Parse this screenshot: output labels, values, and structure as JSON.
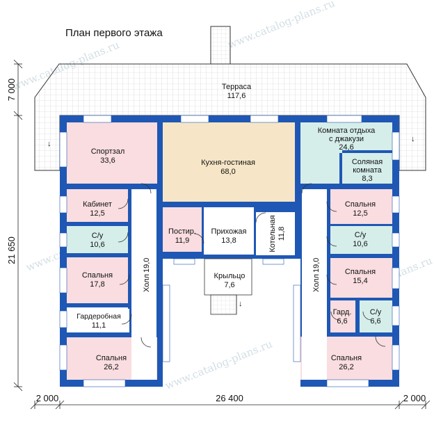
{
  "title": "План первого этажа",
  "watermark": "www.catalog-plans.ru",
  "colors": {
    "wall": "#1f57b4",
    "pink": "#f9dde0",
    "kitchen": "#f6e6c7",
    "spa": "#d6eeea",
    "white": "#ffffff",
    "grid": "#c9c9c9"
  },
  "rooms": {
    "terrace": {
      "name": "Терраса",
      "area": "117,6"
    },
    "gym": {
      "name": "Спортзал",
      "area": "33,6"
    },
    "kitchen": {
      "name": "Кухня-гостиная",
      "area": "68,0"
    },
    "relax": {
      "name1": "Комната отдыха",
      "name2": "с джакузи",
      "area": "24,6"
    },
    "salt": {
      "name1": "Соляная",
      "name2": "комната",
      "area": "8,3"
    },
    "office": {
      "name": "Кабинет",
      "area": "12,5"
    },
    "bathL": {
      "name": "С/у",
      "area": "10,6"
    },
    "bed17": {
      "name": "Спальня",
      "area": "17,8"
    },
    "wardrobeL": {
      "name": "Гардеробная",
      "area": "11,1"
    },
    "bedL26": {
      "name": "Спальня",
      "area": "26,2"
    },
    "hallL": {
      "name": "Холл",
      "area": "19,0"
    },
    "pantry": {
      "name": "Постир.",
      "area": "11,9"
    },
    "entry": {
      "name": "Прихожая",
      "area": "13,8"
    },
    "boiler": {
      "name": "Котельная",
      "area": "11,8"
    },
    "porch": {
      "name": "Крыльцо",
      "area": "7,6"
    },
    "hallR": {
      "name": "Холл",
      "area": "19,0"
    },
    "bed12": {
      "name": "Спальня",
      "area": "12,5"
    },
    "bathR": {
      "name": "С/у",
      "area": "10,6"
    },
    "bed15": {
      "name": "Спальня",
      "area": "15,4"
    },
    "wardR": {
      "name": "Гард.",
      "area": "6,6"
    },
    "bathR2": {
      "name": "С/у",
      "area": "6,6"
    },
    "bedR26": {
      "name": "Спальня",
      "area": "26,2"
    }
  },
  "dimensions": {
    "top": "7 000",
    "left": "21 650",
    "bottom_left": "2 000",
    "bottom_mid": "26 400",
    "bottom_right": "2 000"
  }
}
